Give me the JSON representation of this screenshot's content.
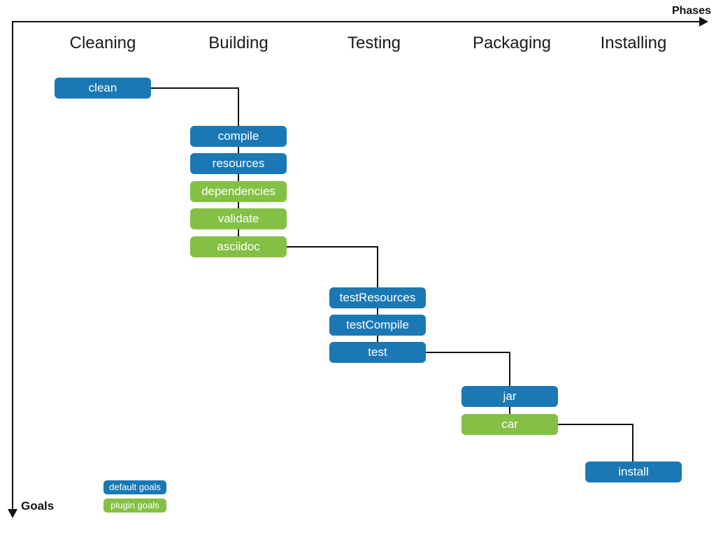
{
  "axes": {
    "x_label": "Phases",
    "y_label": "Goals"
  },
  "phases": [
    {
      "label": "Cleaning"
    },
    {
      "label": "Building"
    },
    {
      "label": "Testing"
    },
    {
      "label": "Packaging"
    },
    {
      "label": "Installing"
    }
  ],
  "goals": [
    {
      "label": "clean",
      "phase": "Cleaning",
      "type": "default"
    },
    {
      "label": "compile",
      "phase": "Building",
      "type": "default"
    },
    {
      "label": "resources",
      "phase": "Building",
      "type": "default"
    },
    {
      "label": "dependencies",
      "phase": "Building",
      "type": "plugin"
    },
    {
      "label": "validate",
      "phase": "Building",
      "type": "plugin"
    },
    {
      "label": "asciidoc",
      "phase": "Building",
      "type": "plugin"
    },
    {
      "label": "testResources",
      "phase": "Testing",
      "type": "default"
    },
    {
      "label": "testCompile",
      "phase": "Testing",
      "type": "default"
    },
    {
      "label": "test",
      "phase": "Testing",
      "type": "default"
    },
    {
      "label": "jar",
      "phase": "Packaging",
      "type": "default"
    },
    {
      "label": "car",
      "phase": "Packaging",
      "type": "plugin"
    },
    {
      "label": "install",
      "phase": "Installing",
      "type": "default"
    }
  ],
  "execution_order": [
    "clean",
    "compile",
    "resources",
    "dependencies",
    "validate",
    "asciidoc",
    "testResources",
    "testCompile",
    "test",
    "jar",
    "car",
    "install"
  ],
  "legend": [
    {
      "label": "default goals",
      "type": "default"
    },
    {
      "label": "plugin goals",
      "type": "plugin"
    }
  ],
  "colors": {
    "default_goal": "#1b78b4",
    "plugin_goal": "#83c043",
    "line": "#111111",
    "header_text": "#1a1a1a"
  }
}
